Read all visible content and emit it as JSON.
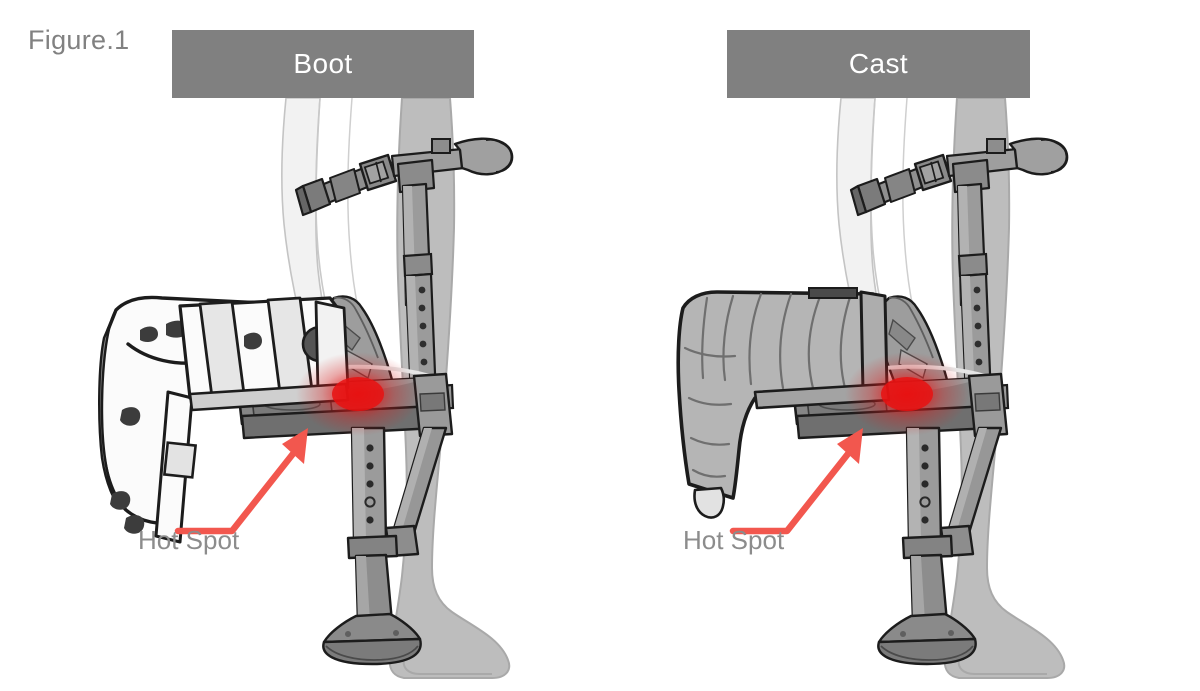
{
  "figure": {
    "label": "Figure.1",
    "background_color": "#ffffff",
    "label_color": "#818181"
  },
  "panels": [
    {
      "id": "boot",
      "header_label": "Boot",
      "header_bg": "#808080",
      "header_text_color": "#ffffff",
      "annotation_label": "Hot Spot",
      "annotation_color": "#8c8c8c",
      "arrow_color": "#f2574e",
      "hotspot_color": "#e02020",
      "device": "hands-free-knee-crutch",
      "immobilizer": "cam-walker-boot",
      "immobilizer_fill": "#fbfbfb"
    },
    {
      "id": "cast",
      "header_label": "Cast",
      "header_bg": "#808080",
      "header_text_color": "#ffffff",
      "annotation_label": "Hot Spot",
      "annotation_color": "#8c8c8c",
      "arrow_color": "#f2574e",
      "hotspot_color": "#e02020",
      "device": "hands-free-knee-crutch",
      "immobilizer": "plaster-cast",
      "immobilizer_fill": "#b5b5b5"
    }
  ],
  "palette": {
    "leg_skin": "#f2f2f2",
    "leg_outline": "#b9b9b9",
    "standing_leg": "#bdbdbd",
    "standing_leg_outline": "#a8a8a8",
    "metal_light": "#b4b4b4",
    "metal_mid": "#9a9a9a",
    "metal_dark": "#7d7d7d",
    "metal_darkest": "#616161",
    "outline": "#1c1c1c",
    "strap_dark": "#6e6e6e",
    "boot_white": "#fbfbfb",
    "boot_strap": "#e2e2e2",
    "cast_grey": "#b5b5b5"
  }
}
